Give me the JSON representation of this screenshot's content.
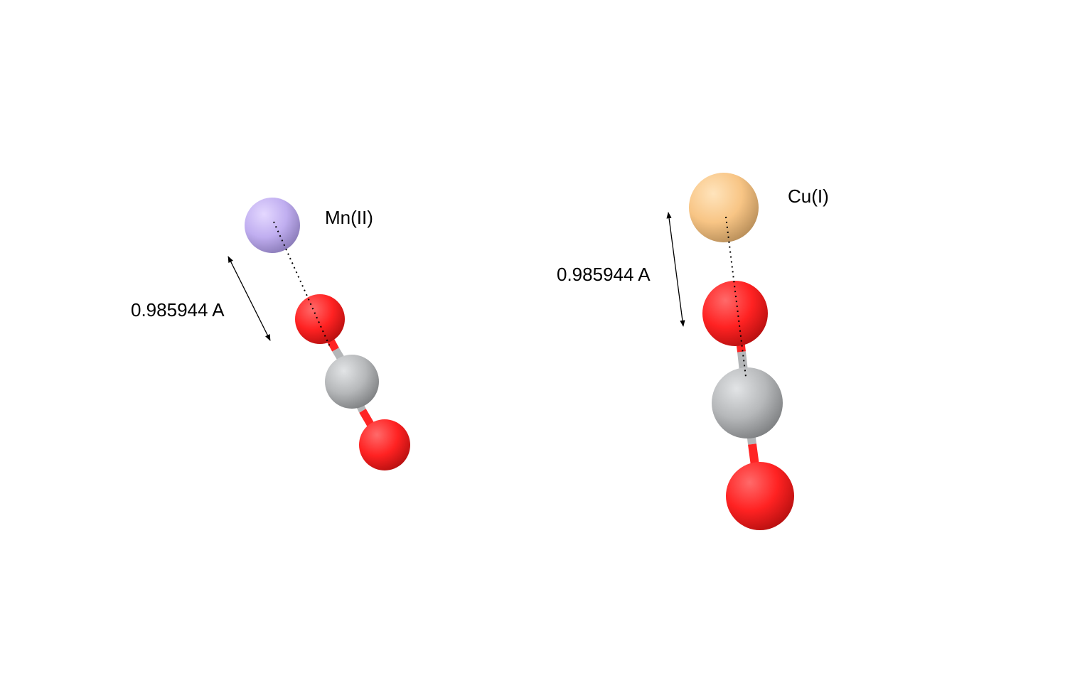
{
  "panels": [
    {
      "metal_label": "Mn(II)",
      "distance_label": "0.985944 A",
      "metal_color": "#c8b4f5",
      "atoms": [
        "metal",
        "O",
        "C",
        "O"
      ]
    },
    {
      "metal_label": "Cu(I)",
      "distance_label": "0.985944 A",
      "metal_color": "#f5c686",
      "atoms": [
        "metal",
        "O",
        "C",
        "O"
      ]
    }
  ],
  "colors": {
    "oxygen": "#ff2020",
    "carbon": "#b4b6b8",
    "background": "#ffffff"
  }
}
